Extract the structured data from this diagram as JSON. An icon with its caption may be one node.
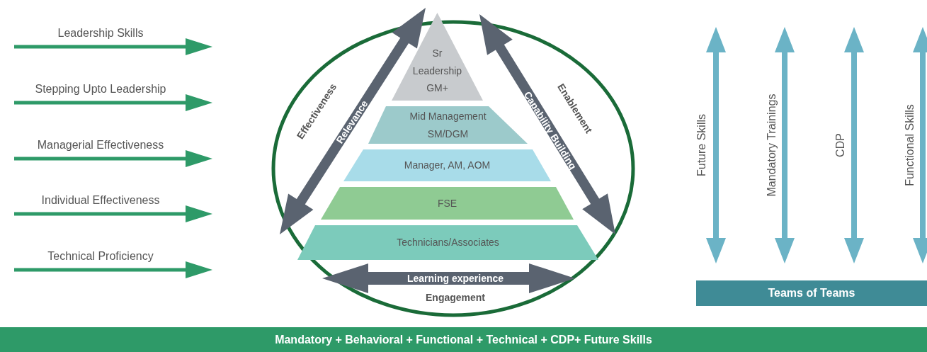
{
  "diagram": {
    "nodes": [
      {
        "text": [],
        "shape": "ellipse"
      },
      {
        "text": [
          "Sr Leadership GM+"
        ],
        "in": 0
      },
      {
        "text": [
          "Mid Management SM/DGM"
        ],
        "in": 0
      },
      {
        "text": [
          "Manager, AM, AOM"
        ],
        "in": 0
      },
      {
        "text": [
          "FSE"
        ],
        "in": 0
      },
      {
        "text": [
          "Technicians/Associates"
        ],
        "in": 0
      },
      {
        "text": [
          "Teams of Teams"
        ]
      },
      {
        "text": [
          "Mandatory + Behavioral + Functional + Technical + CDP+ Future Skills"
        ]
      }
    ],
    "labels": [
      "Leadership Skills",
      "Stepping Upto Leadership",
      "Managerial Effectiveness",
      "Individual Effectiveness",
      "Technical Proficiency",
      "Effectiveness",
      "Relevance",
      "Capability Building",
      "Enablement",
      "Learning experience",
      "Engagement",
      "Future Skills",
      "Mandatory Trainings",
      "CDP",
      "Functional Skills"
    ]
  }
}
